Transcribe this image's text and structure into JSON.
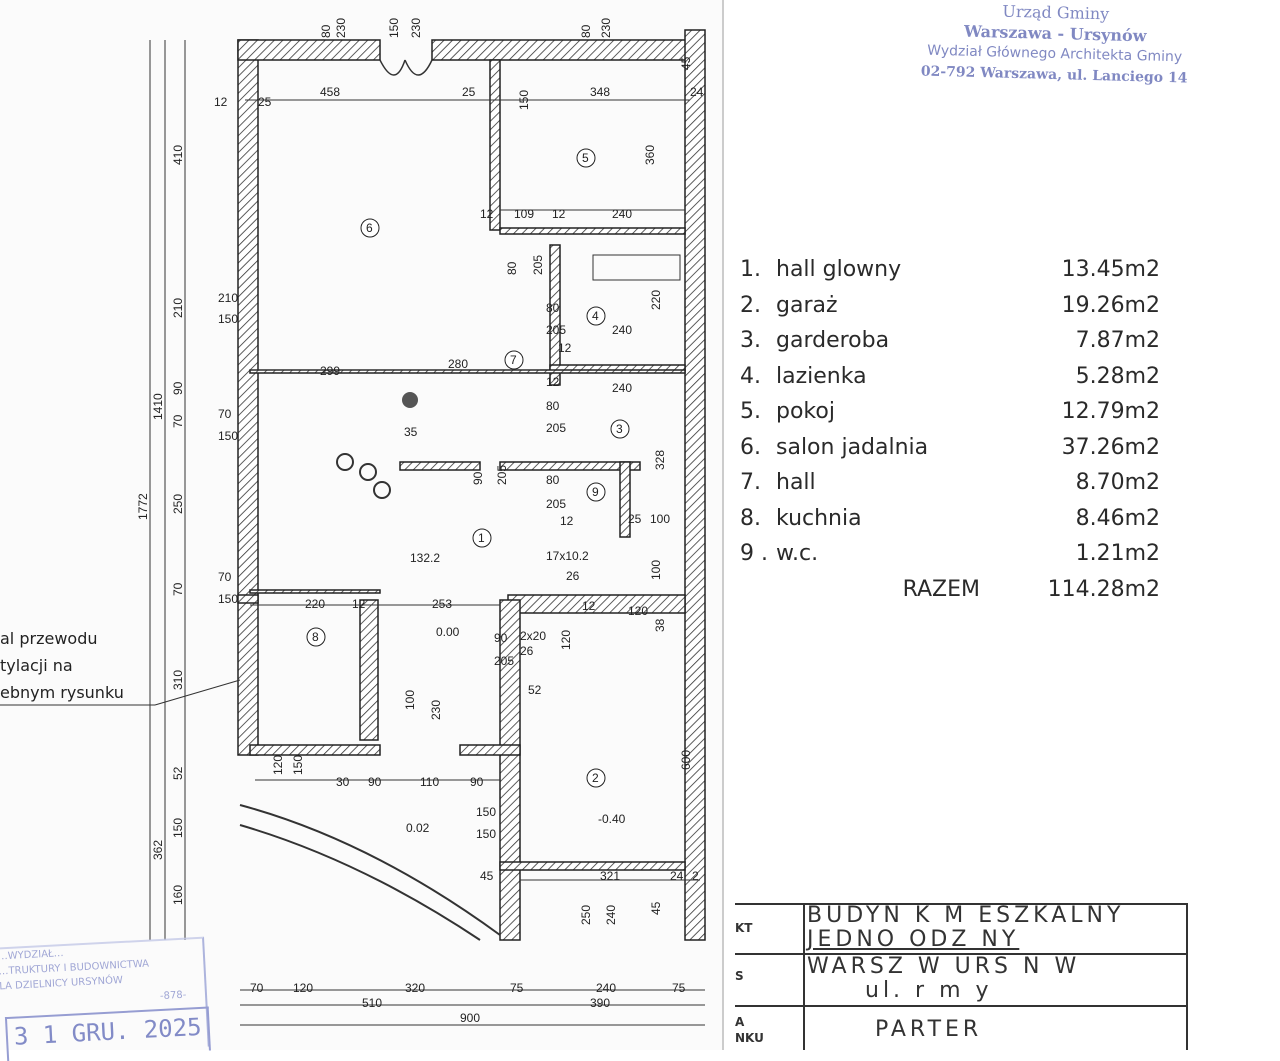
{
  "stamp_top": {
    "line1": "Urząd Gminy",
    "line2": "Warszawa - Ursynów",
    "line3": "Wydział Głównego Architekta Gminy",
    "line4": "02-792 Warszawa, ul. Lanciego 14",
    "color": "#6a74b8"
  },
  "legend": {
    "rooms": [
      {
        "num": "1.",
        "name": "hall glowny",
        "area": "13.45m2"
      },
      {
        "num": "2.",
        "name": "garaż",
        "area": "19.26m2"
      },
      {
        "num": "3.",
        "name": "garderoba",
        "area": "7.87m2"
      },
      {
        "num": "4.",
        "name": "lazienka",
        "area": "5.28m2"
      },
      {
        "num": "5.",
        "name": "pokoj",
        "area": "12.79m2"
      },
      {
        "num": "6.",
        "name": "salon jadalnia",
        "area": "37.26m2"
      },
      {
        "num": "7.",
        "name": "hall",
        "area": "8.70m2"
      },
      {
        "num": "8.",
        "name": "kuchnia",
        "area": "8.46m2"
      },
      {
        "num": "9 .",
        "name": "w.c.",
        "area": "1.21m2"
      }
    ],
    "total_label": "RAZEM",
    "total_area": "114.28m2"
  },
  "note": {
    "line1": "al przewodu",
    "line2": "tylacji na",
    "line3": "ebnym rysunku"
  },
  "title_block": {
    "label_1": "KT",
    "value_1a": "BUDYN  K  M  ESZKALNY",
    "value_1b": "JEDNO  ODZ   NY",
    "label_2": "S",
    "value_2a": "WARSZ  W  URS  N  W",
    "value_2b": "ul.  r  m  y",
    "label_3a": "A",
    "label_3b": "NKU",
    "value_3": "PARTER"
  },
  "stamp_bottom_left": {
    "line1": "…WYDZIAŁ…",
    "line2": "…TRUKTURY I BUDOWNICTWA",
    "line3": "LA DZIELNICY URSYNÓW",
    "date": "3 1 GRU. 2025",
    "code": "-878-"
  },
  "plan": {
    "room_numbers": [
      "1",
      "2",
      "3",
      "4",
      "5",
      "6",
      "7",
      "8",
      "9"
    ],
    "levels": [
      "0.00",
      "0.02",
      "-0.40"
    ],
    "dimension_labels_top": [
      "80",
      "230",
      "150",
      "230",
      "80",
      "230",
      "45",
      "12",
      "25",
      "458",
      "25",
      "348",
      "24",
      "150",
      "360",
      "12",
      "109",
      "12",
      "240"
    ],
    "dimension_labels_interior": [
      "80",
      "205",
      "80",
      "205",
      "220",
      "240",
      "12",
      "299",
      "280",
      "12",
      "240",
      "80",
      "205",
      "35",
      "90",
      "205",
      "80",
      "205",
      "328",
      "12",
      "25",
      "100",
      "132.2",
      "17x10.2",
      "26",
      "100",
      "12",
      "120",
      "220",
      "12",
      "253",
      "90",
      "205",
      "2x20",
      "26",
      "120",
      "38",
      "52",
      "600",
      "100",
      "230",
      "120",
      "150",
      "30",
      "90",
      "110",
      "90",
      "150",
      "150",
      "45",
      "321",
      "24",
      "2",
      "250",
      "240",
      "45",
      "210",
      "150",
      "70",
      "150",
      "70",
      "150"
    ],
    "dimension_labels_left": [
      "410",
      "210",
      "90",
      "70",
      "250",
      "70",
      "310",
      "52",
      "150",
      "160",
      "1410",
      "362",
      "1772"
    ],
    "dimension_labels_bottom": [
      "70",
      "120",
      "320",
      "75",
      "240",
      "75",
      "510",
      "390",
      "900"
    ]
  }
}
